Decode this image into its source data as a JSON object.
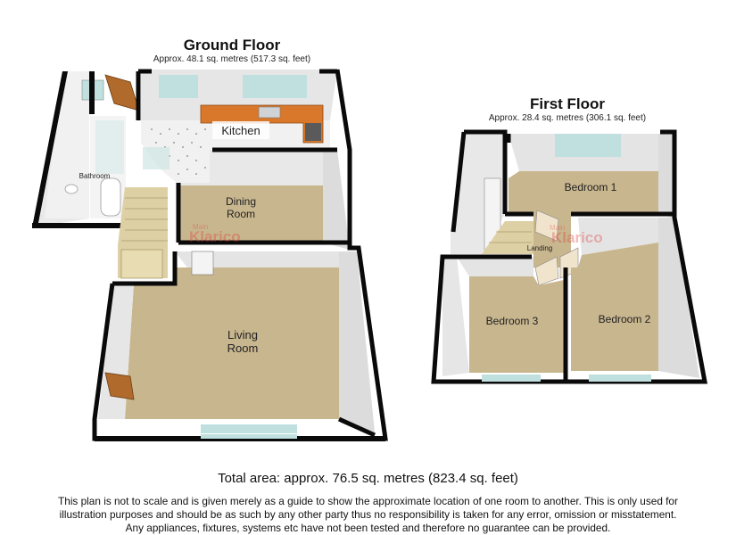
{
  "ground_floor": {
    "title": "Ground Floor",
    "area": "Approx. 48.1 sq. metres (517.3 sq. feet)",
    "rooms": {
      "kitchen": "Kitchen",
      "dining_line1": "Dining",
      "dining_line2": "Room",
      "living_line1": "Living",
      "living_line2": "Room",
      "bathroom": "Bathroom"
    }
  },
  "first_floor": {
    "title": "First Floor",
    "area": "Approx. 28.4 sq. metres (306.1 sq. feet)",
    "rooms": {
      "bedroom1": "Bedroom 1",
      "bedroom2": "Bedroom 2",
      "bedroom3": "Bedroom 3",
      "landing": "Landing"
    }
  },
  "watermark": {
    "brand": "Klarico",
    "prefix": "Main"
  },
  "footer": {
    "total_area": "Total area: approx. 76.5 sq. metres (823.4 sq. feet)",
    "disclaimer_line1": "This plan is not to scale and is given merely as a guide to show the approximate location of one room to another. This is only used for",
    "disclaimer_line2": "illustration purposes and should be as such by any other party thus no responsibility is taken for any error, omission or misstatement.",
    "disclaimer_line3": "Any appliances, fixtures, systems etc have not been tested and therefore no guarantee can be provided."
  },
  "colors": {
    "wall": "#0a0a0a",
    "wall_side": "#e4e4e4",
    "carpet": "#c8b68e",
    "tile": "#f1f1f1",
    "worktop": "#d9782a",
    "stairs": "#ddd0a4",
    "window": "#bfe0df",
    "door": "#b06a2b"
  }
}
